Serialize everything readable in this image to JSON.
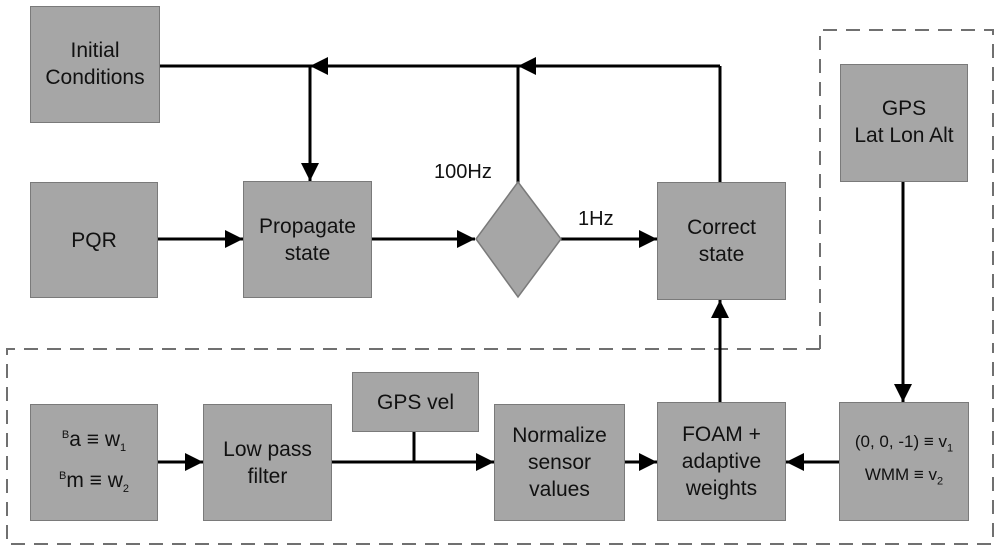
{
  "nodes": {
    "initial": [
      "Initial",
      "Conditions"
    ],
    "pqr": [
      "PQR"
    ],
    "propagate": [
      "Propagate",
      "state"
    ],
    "correct": [
      "Correct",
      "state"
    ],
    "gps": [
      "GPS",
      "Lat Lon Alt"
    ],
    "gps_vel": [
      "GPS vel"
    ],
    "lowpass": [
      "Low pass",
      "filter"
    ],
    "normalize": [
      "Normalize",
      "sensor",
      "values"
    ],
    "foam": [
      "FOAM +",
      "adaptive",
      "weights"
    ],
    "accel_mag": {
      "line1": {
        "sup": "B",
        "text": "a ≡ w",
        "sub": "1"
      },
      "line2": {
        "sup": "B",
        "text": "m ≡ w",
        "sub": "2"
      }
    },
    "ref": {
      "line1": {
        "text": "(0, 0, -1) ≡ v",
        "sub": "1"
      },
      "line2": {
        "text": "WMM ≡ v",
        "sub": "2"
      }
    }
  },
  "labels": {
    "rate_100": "100Hz",
    "rate_1": "1Hz"
  },
  "colors": {
    "box_fill": "#a6a6a6",
    "box_border": "#7a7a7a",
    "line": "#000000",
    "dash": "#707070"
  }
}
